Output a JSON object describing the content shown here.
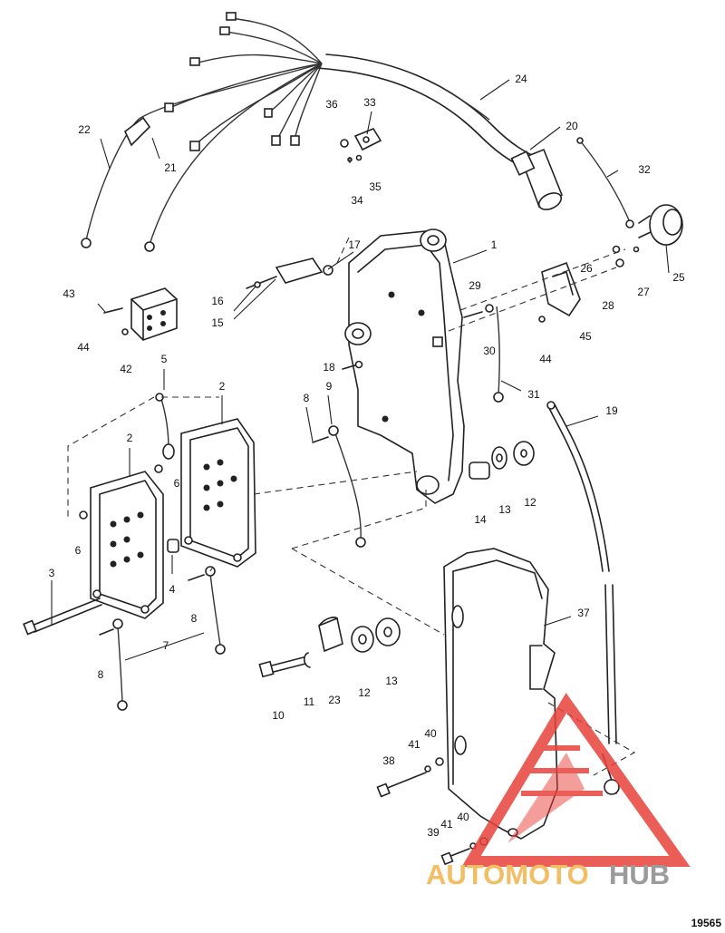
{
  "callouts": [
    {
      "n": "1",
      "label": "1"
    },
    {
      "n": "2a",
      "label": "2"
    },
    {
      "n": "2b",
      "label": "2"
    },
    {
      "n": "3",
      "label": "3"
    },
    {
      "n": "4",
      "label": "4"
    },
    {
      "n": "5",
      "label": "5"
    },
    {
      "n": "6a",
      "label": "6"
    },
    {
      "n": "6b",
      "label": "6"
    },
    {
      "n": "7",
      "label": "7"
    },
    {
      "n": "8a",
      "label": "8"
    },
    {
      "n": "8b",
      "label": "8"
    },
    {
      "n": "8c",
      "label": "8"
    },
    {
      "n": "9",
      "label": "9"
    },
    {
      "n": "10",
      "label": "10"
    },
    {
      "n": "11",
      "label": "11"
    },
    {
      "n": "12a",
      "label": "12"
    },
    {
      "n": "12b",
      "label": "12"
    },
    {
      "n": "13a",
      "label": "13"
    },
    {
      "n": "13b",
      "label": "13"
    },
    {
      "n": "14",
      "label": "14"
    },
    {
      "n": "15",
      "label": "15"
    },
    {
      "n": "16",
      "label": "16"
    },
    {
      "n": "17",
      "label": "17"
    },
    {
      "n": "18",
      "label": "18"
    },
    {
      "n": "19",
      "label": "19"
    },
    {
      "n": "20",
      "label": "20"
    },
    {
      "n": "21",
      "label": "21"
    },
    {
      "n": "22",
      "label": "22"
    },
    {
      "n": "23",
      "label": "23"
    },
    {
      "n": "24",
      "label": "24"
    },
    {
      "n": "25",
      "label": "25"
    },
    {
      "n": "26",
      "label": "26"
    },
    {
      "n": "27",
      "label": "27"
    },
    {
      "n": "28",
      "label": "28"
    },
    {
      "n": "29",
      "label": "29"
    },
    {
      "n": "30",
      "label": "30"
    },
    {
      "n": "31",
      "label": "31"
    },
    {
      "n": "32",
      "label": "32"
    },
    {
      "n": "33",
      "label": "33"
    },
    {
      "n": "34",
      "label": "34"
    },
    {
      "n": "35",
      "label": "35"
    },
    {
      "n": "36",
      "label": "36"
    },
    {
      "n": "37",
      "label": "37"
    },
    {
      "n": "38",
      "label": "38"
    },
    {
      "n": "39",
      "label": "39"
    },
    {
      "n": "40a",
      "label": "40"
    },
    {
      "n": "40b",
      "label": "40"
    },
    {
      "n": "41a",
      "label": "41"
    },
    {
      "n": "41b",
      "label": "41"
    },
    {
      "n": "42",
      "label": "42"
    },
    {
      "n": "43",
      "label": "43"
    },
    {
      "n": "44a",
      "label": "44"
    },
    {
      "n": "44b",
      "label": "44"
    },
    {
      "n": "45",
      "label": "45"
    }
  ],
  "figure_number": "19565",
  "watermark": {
    "part1": "AUTOMOTO",
    "part2": "HUB",
    "color1": "#f2b24a",
    "color2": "#8a8a8a",
    "triangle_color": "#e8413a"
  }
}
